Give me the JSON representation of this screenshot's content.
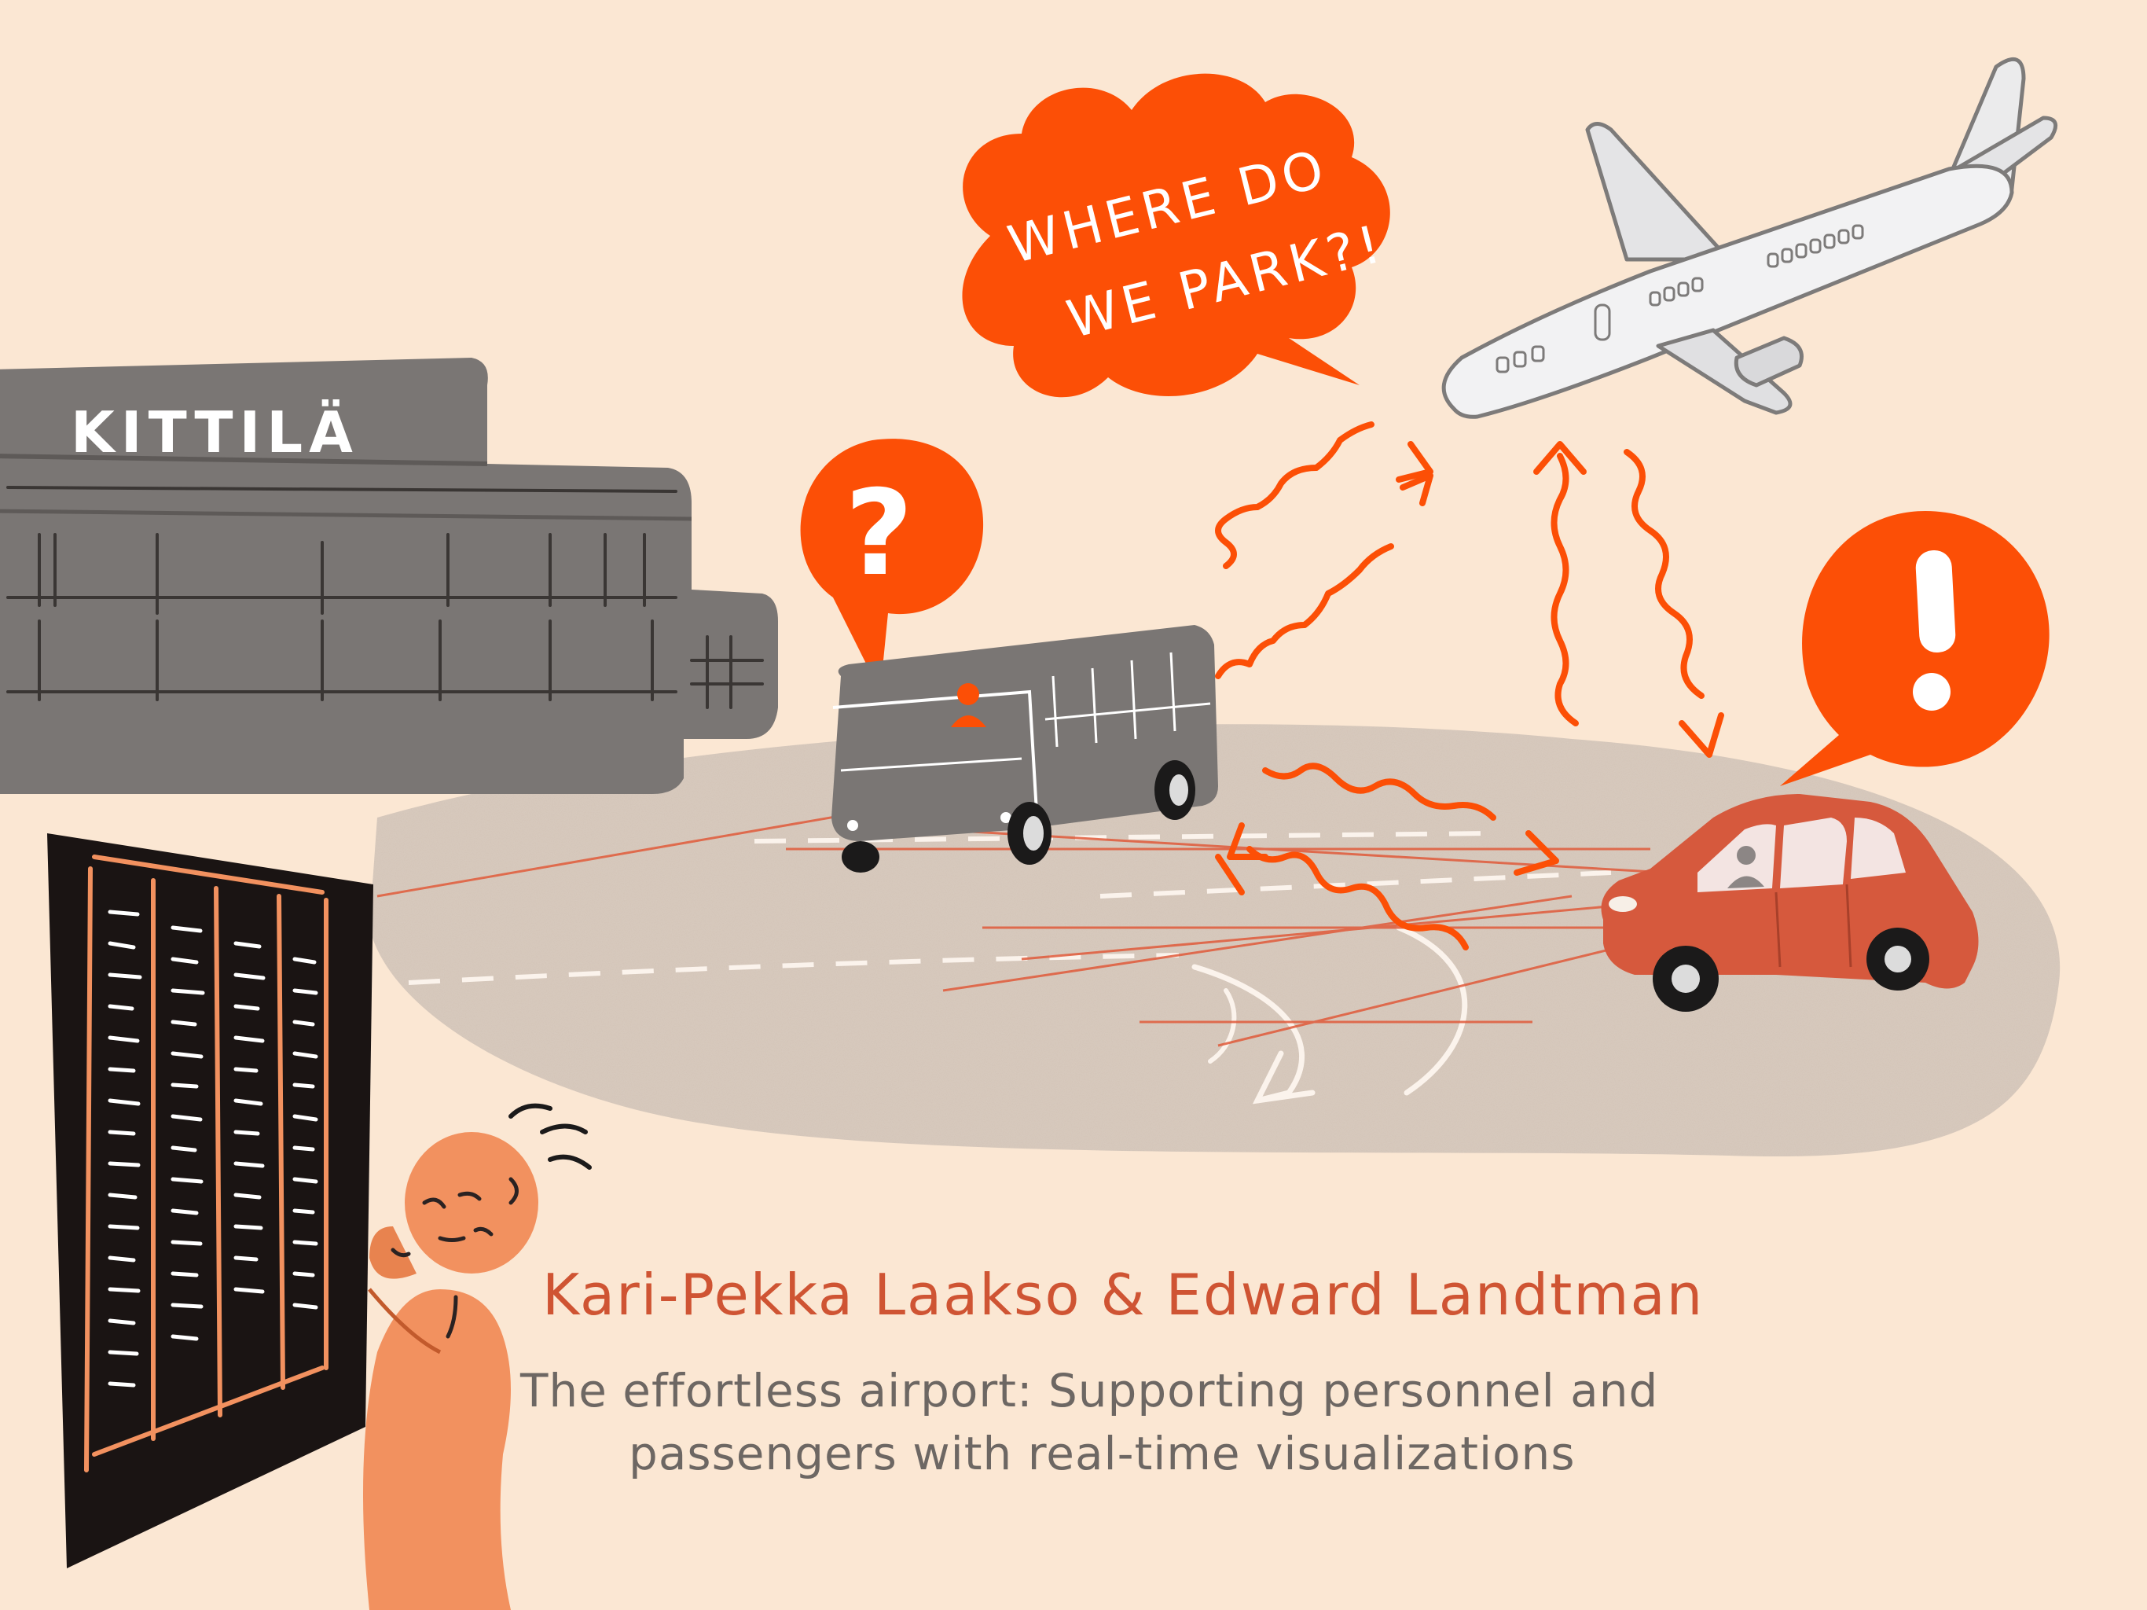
{
  "sign": {
    "name": "KITTILÄ"
  },
  "speech_bubble": {
    "line1": "WHERE DO",
    "line2": "WE PARK?!"
  },
  "bus_bubble": {
    "symbol": "?"
  },
  "car_bubble": {
    "symbol": "!"
  },
  "caption": {
    "authors": "Kari-Pekka Laakso & Edward  Landtman",
    "subtitle_line1": "The effortless airport: Supporting personnel and",
    "subtitle_line2": "passengers with real-time visualizations"
  },
  "colors": {
    "background": "#fbe7d3",
    "accent_orange": "#fc4f06",
    "car_red": "#d6593d",
    "terminal_gray": "#7a7674",
    "person_skin": "#f2915f",
    "board_black": "#1a1413"
  }
}
